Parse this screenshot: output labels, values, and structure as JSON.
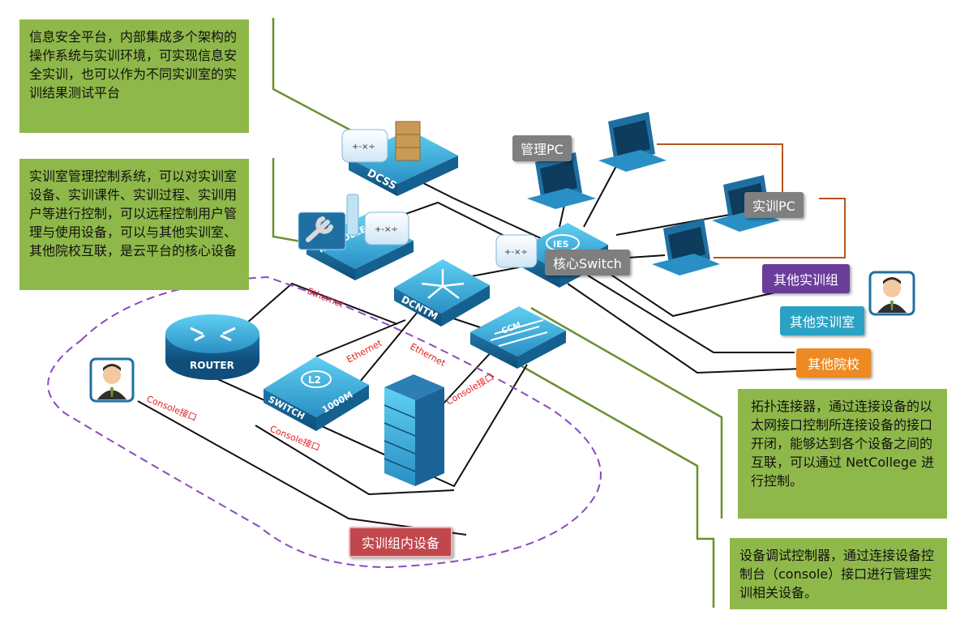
{
  "notes": {
    "dcss": "信息安全平台，内部集成多个架构的操作系统与实训环境，可实现信息安全实训，也可以作为不同实训室的实训结果测试平台",
    "netcollege": "实训室管理控制系统，可以对实训室设备、实训课件、实训过程、实训用户等进行控制，可以远程控制用户管理与使用设备，可以与其他实训室、其他院校互联，是云平台的核心设备",
    "ccm": "拓扑连接器，通过连接设备的以太网接口控制所连接设备的接口开闭，能够达到各个设备之间的互联，可以通过 NetCollege 进行控制。",
    "console": "设备调试控制器，通过连接设备控制台（console）接口进行管理实训相关设备。"
  },
  "tags": {
    "admin_pc": "管理PC",
    "train_pc": "实训PC",
    "core_switch": "核心Switch",
    "other_group": "其他实训组",
    "other_room": "其他实训室",
    "other_school": "其他院校",
    "group_devices": "实训组内设备"
  },
  "devices": {
    "dcss": "DCSS",
    "netcollege": "NETCOLLEGE",
    "ies": "IES",
    "dcntm": "DCNTM",
    "ccm": "CCM",
    "router": "ROUTER",
    "switch_l2": "L2",
    "switch_name": "SWITCH",
    "switch_speed": "1000M",
    "cloud_ops": "+-×÷"
  },
  "links": {
    "ethernet": "Ethernet",
    "console": "Console接口"
  }
}
